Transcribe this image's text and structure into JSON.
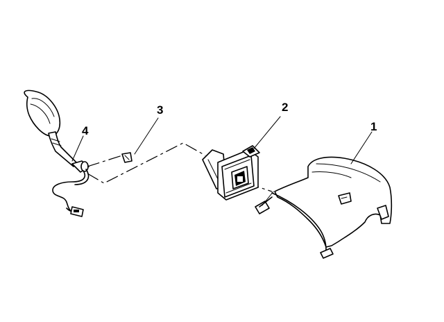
{
  "callouts": {
    "one": "1",
    "two": "2",
    "three": "3",
    "four": "4"
  },
  "colors": {
    "ink": "#000000",
    "paper": "#ffffff"
  },
  "parts": [
    {
      "callout": "1",
      "icon": "steering-column-cover-icon"
    },
    {
      "callout": "2",
      "icon": "switch-housing-icon"
    },
    {
      "callout": "3",
      "icon": "screw-icon"
    },
    {
      "callout": "4",
      "icon": "shift-lever-knob-icon"
    }
  ]
}
